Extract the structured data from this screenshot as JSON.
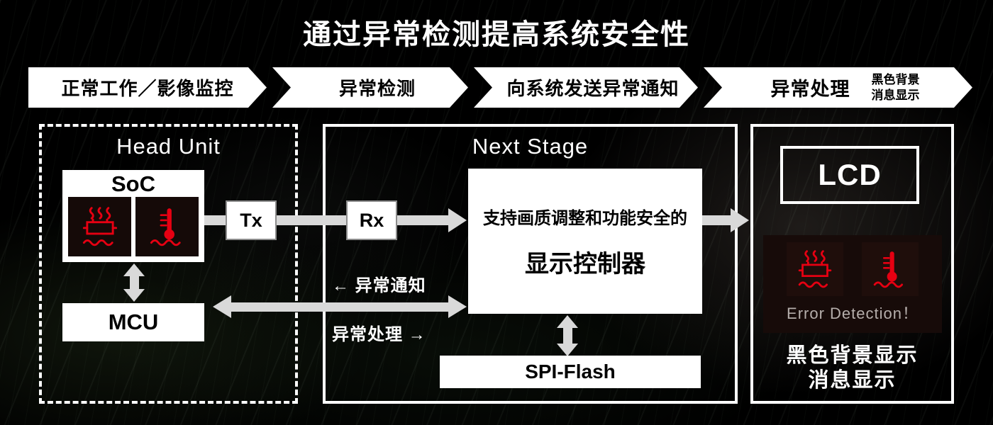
{
  "title": "通过异常检测提高系统安全性",
  "steps": [
    {
      "label": "正常工作／影像监控"
    },
    {
      "label": "异常检测"
    },
    {
      "label": "向系统发送异常通知"
    },
    {
      "label": "异常处理",
      "sub1": "黑色背景",
      "sub2": "消息显示"
    }
  ],
  "head_unit": {
    "title": "Head Unit",
    "soc": "SoC",
    "mcu": "MCU",
    "tx": "Tx"
  },
  "next_stage": {
    "title": "Next Stage",
    "rx": "Rx",
    "controller_line1": "支持画质调整和功能安全的",
    "controller_line2": "显示控制器",
    "spi": "SPI-Flash",
    "notify": "← 异常通知",
    "handle": "异常处理 →"
  },
  "display": {
    "lcd": "LCD",
    "error": "Error Detection！",
    "caption1": "黑色背景显示",
    "caption2": "消息显示"
  },
  "icons": {
    "engine": "engine-overheat-warning-icon",
    "coolant": "coolant-temperature-warning-icon"
  },
  "colors": {
    "warning_red": "#e60012",
    "arrow_gray": "#d9d9d9",
    "step_bg": "#ffffff",
    "background": "#000000"
  }
}
